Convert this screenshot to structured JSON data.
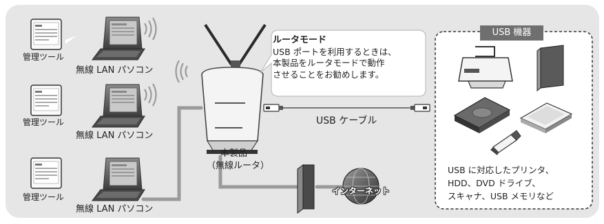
{
  "pcs": [
    {
      "tool_label": "管理ツール",
      "pc_label": "無線 LAN パソコン"
    },
    {
      "tool_label": "管理ツール",
      "pc_label": "無線 LAN パソコン"
    },
    {
      "tool_label": "管理ツール",
      "pc_label": "無線 LAN パソコン"
    }
  ],
  "callout": {
    "title": "ルータモード",
    "lines": [
      "USB ポートを利用するときは、",
      "本製品をルータモードで動作",
      "させることをお勧めします。"
    ]
  },
  "usb_cable_label": "USB ケーブル",
  "router_label": [
    "本製品",
    "（無線ルータ）"
  ],
  "internet_label": "インターネット",
  "usb_devices": {
    "title": "USB 機器",
    "description": [
      "USB に対応したプリンタ、",
      "HDD、DVD ドライブ、",
      "スキャナ、USB メモリなど"
    ]
  },
  "colors": {
    "background": "#e6e6e6",
    "cable": "#9a9a9a",
    "accent_dark": "#6f6f6f"
  }
}
